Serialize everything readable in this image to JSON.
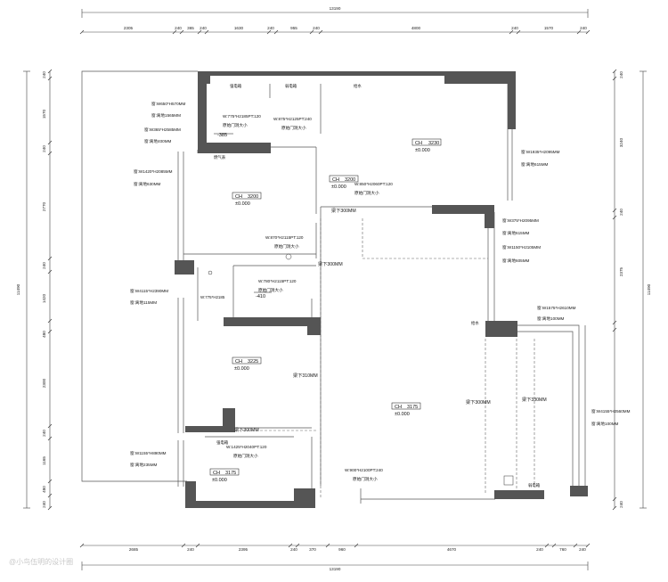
{
  "dims": {
    "total_top": "13190",
    "total_bottom": "13190",
    "total_left": "11490",
    "total_right": "11490",
    "top": [
      "2305",
      "240",
      "365",
      "240",
      "1630",
      "240",
      "955",
      "240",
      "4800",
      "240",
      "1570",
      "240"
    ],
    "bottom": [
      "2685",
      "240",
      "2395",
      "240",
      "370",
      "960",
      "4670",
      "240",
      "760",
      "240"
    ],
    "left": [
      "240",
      "1570",
      "240",
      "2770",
      "240",
      "1420",
      "480",
      "2300",
      "240",
      "1165",
      "480",
      "240"
    ],
    "right": [
      "240",
      "3240",
      "240",
      "2375",
      "240"
    ]
  },
  "ceilings": [
    {
      "code": "CH",
      "height": "3230",
      "level": "±0.000"
    },
    {
      "code": "CH",
      "height": "3200",
      "level": "±0.000"
    },
    {
      "code": "CH",
      "height": "3200",
      "level": "±0.000"
    },
    {
      "code": "CH",
      "height": "3225",
      "level": "±0.000"
    },
    {
      "code": "CH",
      "height": "3175",
      "level": "±0.000"
    },
    {
      "code": "CH",
      "height": "3175",
      "level": "±0.000"
    }
  ],
  "floor_levels": [
    "-385",
    "-410"
  ],
  "beams": [
    "梁下300MM",
    "梁下300MM",
    "梁下310MM",
    "梁下300MM",
    "梁下300MM",
    "梁下330MM"
  ],
  "windows": [
    "窗:W650*H570MM",
    "窗:离地1565MM",
    "窗:W365*H2585MM",
    "窗:离地400MM",
    "窗:W1420*H2085MM",
    "窗:离地630MM",
    "窗:W4115*H2390MM",
    "窗:离地115MM",
    "窗:W1155*H890MM",
    "窗:离地235MM",
    "窗:W1935*H2095MM",
    "窗:离地615MM",
    "窗:W375*H2095MM",
    "窗:离地615MM",
    "窗:W1150*H2105MM",
    "窗:离地605MM",
    "窗:W1575*H2610MM",
    "窗:离地100MM",
    "窗:W4155*H2560MM",
    "窗:离地100MM"
  ],
  "doors": [
    {
      "size": "W:775*H2185PT:120",
      "note": "原始门洞大小"
    },
    {
      "size": "W:875*H2125PT:240",
      "note": "原始门洞大小"
    },
    {
      "size": "W:850*H2060PT:120",
      "note": "原始门洞大小"
    },
    {
      "size": "W:870*H2115PT:120",
      "note": "原始门洞大小"
    },
    {
      "size": "W:780*H2115PT:120",
      "note": "原始门洞大小"
    },
    {
      "size": "W:1425*H2040PT:120",
      "note": "原始门洞大小"
    },
    {
      "size": "W:900*H2100PT:240",
      "note": "原始门洞大小"
    }
  ],
  "markers": {
    "tag1": "强电箱",
    "tag2": "弱电箱",
    "tag3": "给水",
    "tag4": "燃气表",
    "pipe": "W:775*H2185"
  },
  "watermark": "@小鸟伍明的设计圈"
}
